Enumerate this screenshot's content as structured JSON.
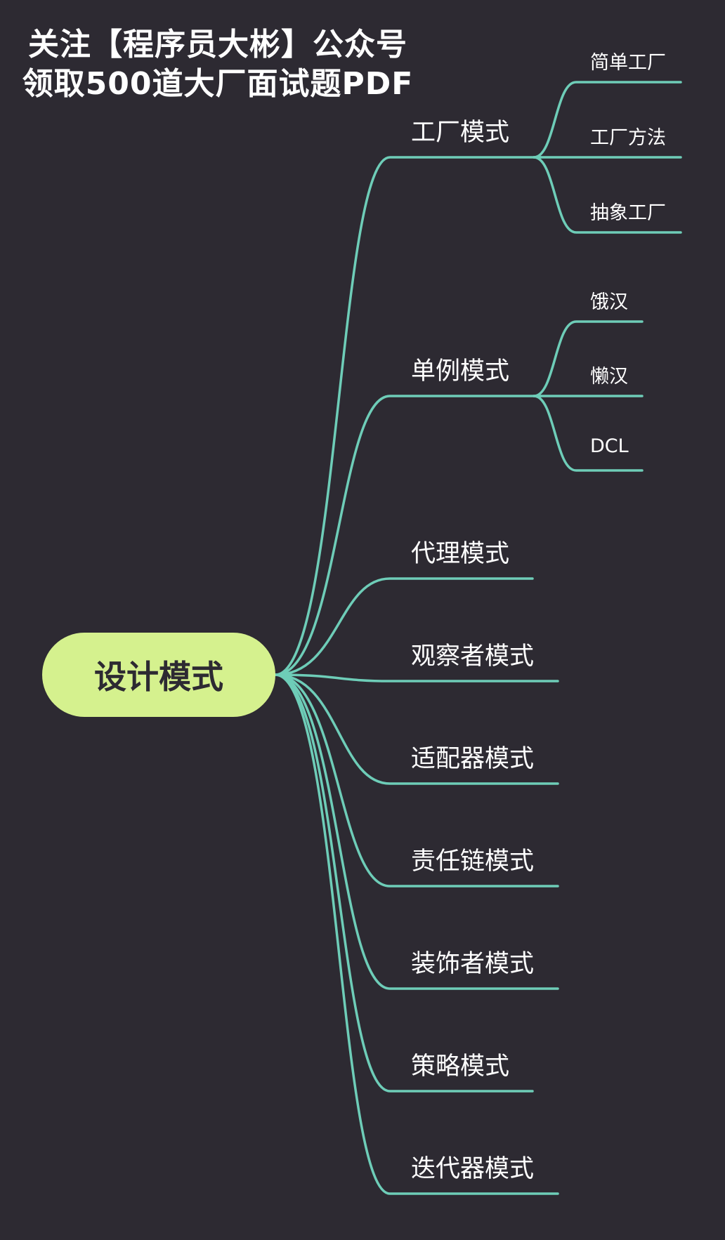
{
  "watermark": {
    "line1": "关注【程序员大彬】公众号",
    "line2": "领取500道大厂面试题PDF"
  },
  "root": {
    "label": "设计模式"
  },
  "branches": [
    {
      "label": "工厂模式",
      "children": [
        "简单工厂",
        "工厂方法",
        "抽象工厂"
      ]
    },
    {
      "label": "单例模式",
      "children": [
        "饿汉",
        "懒汉",
        "DCL"
      ]
    },
    {
      "label": "代理模式",
      "children": []
    },
    {
      "label": "观察者模式",
      "children": []
    },
    {
      "label": "适配器模式",
      "children": []
    },
    {
      "label": "责任链模式",
      "children": []
    },
    {
      "label": "装饰者模式",
      "children": []
    },
    {
      "label": "策略模式",
      "children": []
    },
    {
      "label": "迭代器模式",
      "children": []
    }
  ],
  "colors": {
    "background": "#2d2a32",
    "root_fill": "#d5f18e",
    "connector": "#6ecdb8",
    "text": "#ffffff"
  }
}
